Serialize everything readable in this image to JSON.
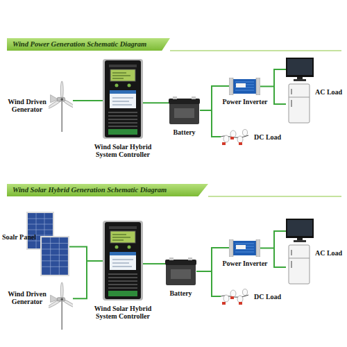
{
  "diagram": {
    "nodes": [
      {
        "text": [
          "Wind Power Generation Schematic Diagram"
        ]
      },
      {
        "text": [
          "Wind Driven Generator"
        ]
      },
      {
        "text": [
          "Wind Solar Hybrid System Controller"
        ]
      },
      {
        "text": [
          "Battery"
        ]
      },
      {
        "text": [
          "Power Inverter"
        ]
      },
      {
        "text": [
          "AC Load"
        ]
      },
      {
        "text": [
          "DC Load"
        ]
      },
      {
        "text": [
          "Wind Solar Hybrid Generation Schematic Diagram"
        ]
      },
      {
        "text": [
          "Soalr Panel"
        ]
      },
      {
        "text": [
          "Wind Driven Generator"
        ]
      },
      {
        "text": [
          "Wind Solar Hybrid System Controller"
        ]
      },
      {
        "text": [
          "Battery"
        ]
      },
      {
        "text": [
          "Power Inverter"
        ]
      },
      {
        "text": [
          "AC Load"
        ]
      },
      {
        "text": [
          "DC Load"
        ]
      }
    ],
    "edges": [
      {
        "from": 1,
        "to": 2,
        "arrow": "none"
      },
      {
        "from": 2,
        "to": 3,
        "arrow": "none"
      },
      {
        "from": 3,
        "to": 4,
        "arrow": "none"
      },
      {
        "from": 3,
        "to": 6,
        "arrow": "none"
      },
      {
        "from": 4,
        "to": 5,
        "arrow": "none"
      },
      {
        "from": 8,
        "to": 10,
        "arrow": "none"
      },
      {
        "from": 9,
        "to": 10,
        "arrow": "none"
      },
      {
        "from": 10,
        "to": 11,
        "arrow": "none"
      },
      {
        "from": 11,
        "to": 12,
        "arrow": "none"
      },
      {
        "from": 11,
        "to": 14,
        "arrow": "none"
      },
      {
        "from": 12,
        "to": 13,
        "arrow": "none"
      }
    ]
  }
}
